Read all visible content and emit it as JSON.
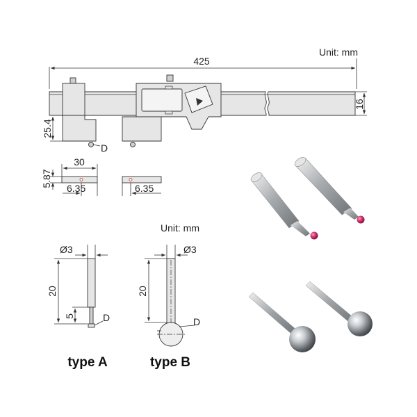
{
  "caliper": {
    "unit": "Unit: mm",
    "length": "425",
    "height": "16",
    "jaw_depth": "25.4",
    "probe_label": "D"
  },
  "jaw_detail": {
    "width": "30",
    "thickness": "5.87",
    "offset_left": "6.35",
    "offset_right": "6.35"
  },
  "probes": {
    "unit": "Unit: mm",
    "type_a": {
      "label": "type A",
      "diameter": "Ø3",
      "length": "20",
      "tip_length": "5",
      "tip_label": "D"
    },
    "type_b": {
      "label": "type B",
      "diameter": "Ø3",
      "length": "20",
      "tip_label": "D"
    }
  },
  "colors": {
    "line": "#333333",
    "part_fill": "#e6e6e6",
    "ruby_tip": "#d0306a",
    "steel": "#b8bcc0"
  }
}
